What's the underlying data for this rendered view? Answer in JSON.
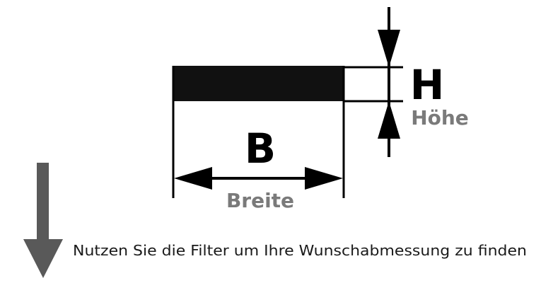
{
  "width_dimension": {
    "symbol": "B",
    "label": "Breite"
  },
  "height_dimension": {
    "symbol": "H",
    "label": "Höhe"
  },
  "hint": {
    "text": "Nutzen Sie die Filter um Ihre Wunschabmessung zu finden",
    "icon": "arrow-down-icon"
  },
  "colors": {
    "profile": "#111111",
    "lines": "#000000",
    "caption": "#7a7a7a",
    "hint_arrow": "#595959"
  }
}
